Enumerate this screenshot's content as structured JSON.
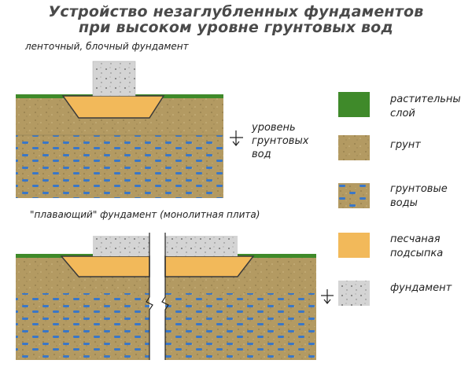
{
  "title": {
    "line1": "Устройство незаглубленных фундаментов",
    "line2": "при высоком уровне грунтовых вод"
  },
  "diagrams": {
    "strip_label": "ленточный, блочный фундамент",
    "slab_label": "\"плавающий\" фундамент (монолитная плита)"
  },
  "groundwater_label": {
    "line1": "уровень",
    "line2": "грунтовых",
    "line3": "вод"
  },
  "legend": [
    {
      "line1": "растительны",
      "line2": "слой",
      "color": "#3f8a2a",
      "icon": "vegetation-swatch"
    },
    {
      "line1": "грунт",
      "line2": "",
      "color": "#b39a62",
      "icon": "soil-swatch"
    },
    {
      "line1": "грунтовые",
      "line2": "воды",
      "color": "#b39a62",
      "icon": "groundwater-swatch"
    },
    {
      "line1": "песчаная",
      "line2": "подсыпка",
      "color": "#f2b95a",
      "icon": "sand-swatch"
    },
    {
      "line1": "фундамент",
      "line2": "",
      "color": "#d4d4d4",
      "icon": "foundation-swatch"
    }
  ],
  "colors": {
    "vegetation": "#3f8a2a",
    "soil": "#b39a62",
    "water_dash": "#3a77c7",
    "sand": "#f2b95a",
    "foundation": "#d4d4d4"
  }
}
